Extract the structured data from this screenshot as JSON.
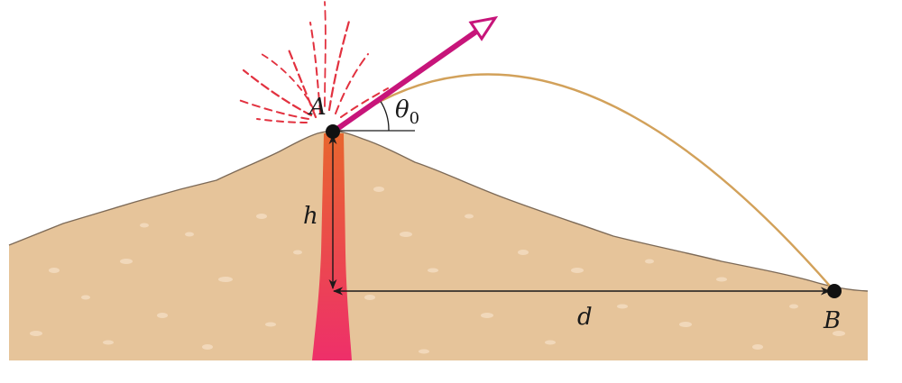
{
  "labels": {
    "point_a": "A",
    "point_b": "B",
    "angle": "θ",
    "angle_sub": "0",
    "height": "h",
    "distance": "d"
  },
  "colors": {
    "ground": "#e6c49a",
    "ground_outline": "#7d6a57",
    "speckle": "#f3dcc0",
    "lava_top": "#e8662e",
    "lava_bottom": "#ee2f6a",
    "velocity_arrow": "#c7157a",
    "trajectory": "#d2a15a",
    "spray": "#e2313f",
    "point": "#111111",
    "dimension_line": "#1a1a1a"
  }
}
